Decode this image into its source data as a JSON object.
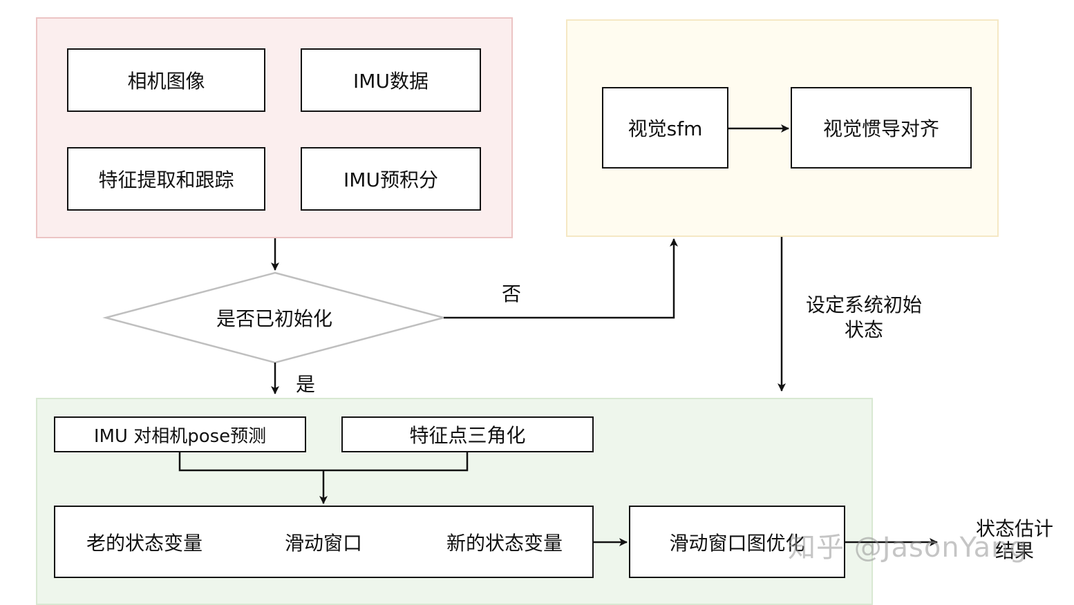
{
  "groups": {
    "input": {
      "camera_image": "相机图像",
      "imu_data": "IMU数据",
      "feature_tracking": "特征提取和跟踪",
      "imu_preintegration": "IMU预积分"
    },
    "initialization": {
      "visual_sfm": "视觉sfm",
      "visual_inertial_alignment": "视觉惯导对齐"
    },
    "optimization": {
      "imu_pose_prediction": "IMU 对相机pose预测",
      "feature_triangulation": "特征点三角化",
      "old_states": "老的状态变量",
      "sliding_window": "滑动窗口",
      "new_states": "新的状态变量",
      "graph_optimization": "滑动窗口图优化"
    }
  },
  "decision": {
    "label": "是否已初始化"
  },
  "edge_labels": {
    "no": "否",
    "yes": "是",
    "set_initial_state": "设定系统初始状态"
  },
  "output": {
    "result": "状态估计结果"
  },
  "watermark": "知乎 @JasonYang",
  "colors": {
    "input_fill": "#fbeeee",
    "input_border": "#ecc4c4",
    "init_fill": "#fffcf0",
    "init_border": "#f5e8c4",
    "opt_fill": "#eef6ec",
    "opt_border": "#d8e8d2",
    "decision_stroke": "#bfbfbf",
    "line": "#111111"
  }
}
